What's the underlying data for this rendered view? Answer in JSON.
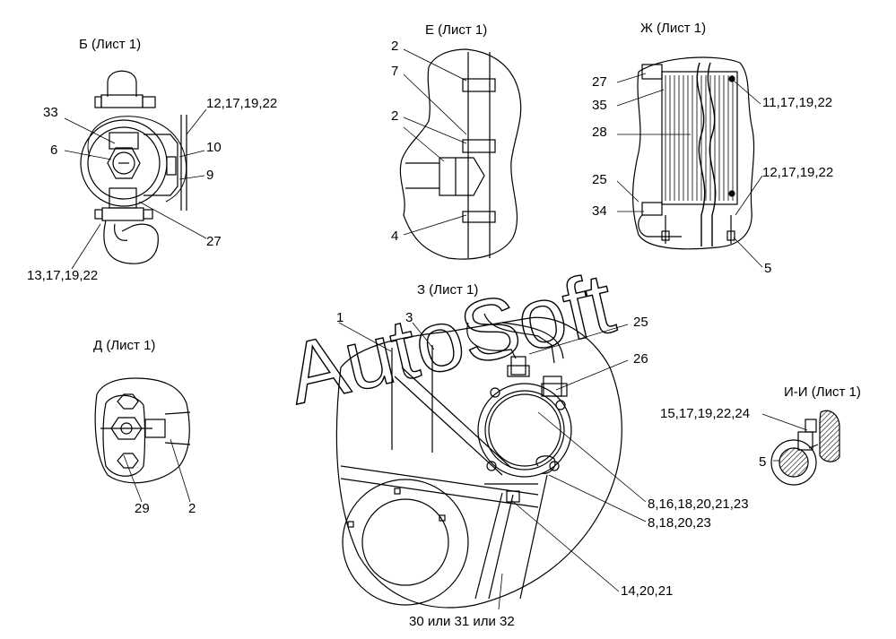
{
  "watermark": "AutoSoft",
  "views": {
    "B": {
      "title": "Б (Лист 1)",
      "labels": {
        "l33": "33",
        "l6": "6",
        "l12": "12,17,19,22",
        "l10": "10",
        "l9": "9",
        "l27": "27",
        "l13": "13,17,19,22"
      }
    },
    "E": {
      "title": "Е (Лист 1)",
      "labels": {
        "l2a": "2",
        "l7": "7",
        "l2b": "2",
        "l4": "4"
      }
    },
    "ZH": {
      "title": "Ж (Лист 1)",
      "labels": {
        "l27": "27",
        "l35": "35",
        "l28": "28",
        "l25": "25",
        "l34": "34",
        "l11": "11,17,19,22",
        "l12": "12,17,19,22",
        "l5": "5"
      }
    },
    "D": {
      "title": "Д (Лист 1)",
      "labels": {
        "l29": "29",
        "l2": "2"
      }
    },
    "Z": {
      "title": "З (Лист 1)",
      "labels": {
        "l1": "1",
        "l3": "3",
        "l25": "25",
        "l26": "26",
        "l8a": "8,16,18,20,21,23",
        "l8b": "8,18,20,23",
        "l14": "14,20,21",
        "l30": "30 или 31 или 32"
      }
    },
    "II": {
      "title": "И-И (Лист 1)",
      "labels": {
        "l15": "15,17,19,22,24",
        "l5": "5"
      }
    }
  }
}
